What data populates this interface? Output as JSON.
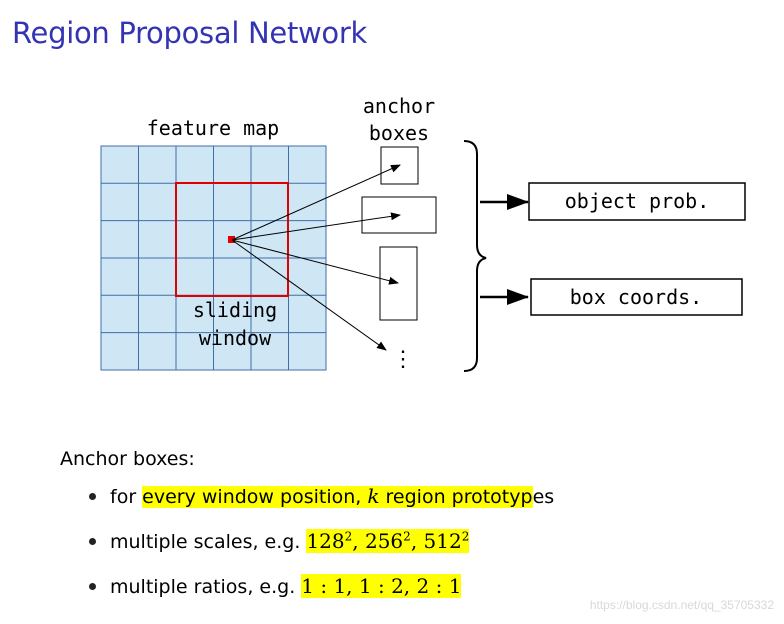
{
  "title": "Region Proposal Network",
  "diagram": {
    "feature_map_label": "feature map",
    "anchor_label_line1": "anchor",
    "anchor_label_line2": "boxes",
    "sliding_label_line1": "sliding",
    "sliding_label_line2": "window",
    "ellipsis": "⋮",
    "output_object": "object prob.",
    "output_box": "box coords."
  },
  "bullets": {
    "heading": "Anchor boxes:",
    "items": [
      {
        "prefix": "for ",
        "highlight": "every window position, ",
        "var": "k",
        "highlight2": " region prototyp",
        "suffix": "es"
      },
      {
        "prefix": "multiple scales, e.g. ",
        "s1": "128",
        "s2": "256",
        "s3": "512",
        "exp": "2"
      },
      {
        "prefix": "multiple ratios, e.g. ",
        "ratios": "1 : 1, 1 : 2, 2 : 1"
      }
    ]
  },
  "watermark": "https://blog.csdn.net/qq_35705332",
  "colors": {
    "title": "#3333b3",
    "grid_fill": "#cfe6f5",
    "grid_line": "#3f6fa6",
    "window": "#e00000",
    "highlight": "#ffff00"
  }
}
